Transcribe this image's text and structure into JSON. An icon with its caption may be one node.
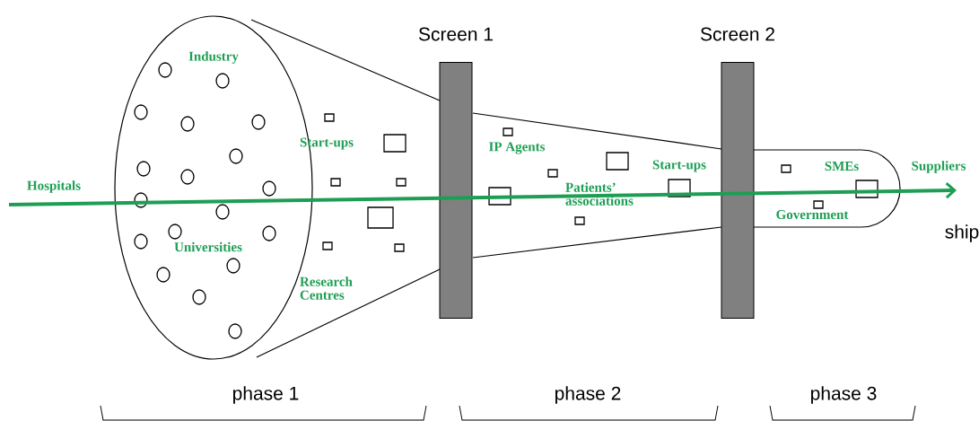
{
  "diagram": {
    "nodes": [
      {
        "text": [
          "Industry",
          "Universities"
        ]
      },
      {
        "text": [
          "Screen 1"
        ]
      },
      {
        "text": [
          "IP Agents",
          "Patients’ associations",
          "Start-ups"
        ]
      },
      {
        "text": [
          "Screen 2"
        ]
      },
      {
        "text": [
          "SMEs",
          "Government"
        ]
      }
    ],
    "labels": [
      "Hospitals",
      "Start-ups",
      "Research Centres",
      "Suppliers",
      "ship",
      "phase 1",
      "phase 2",
      "phase 3"
    ]
  }
}
